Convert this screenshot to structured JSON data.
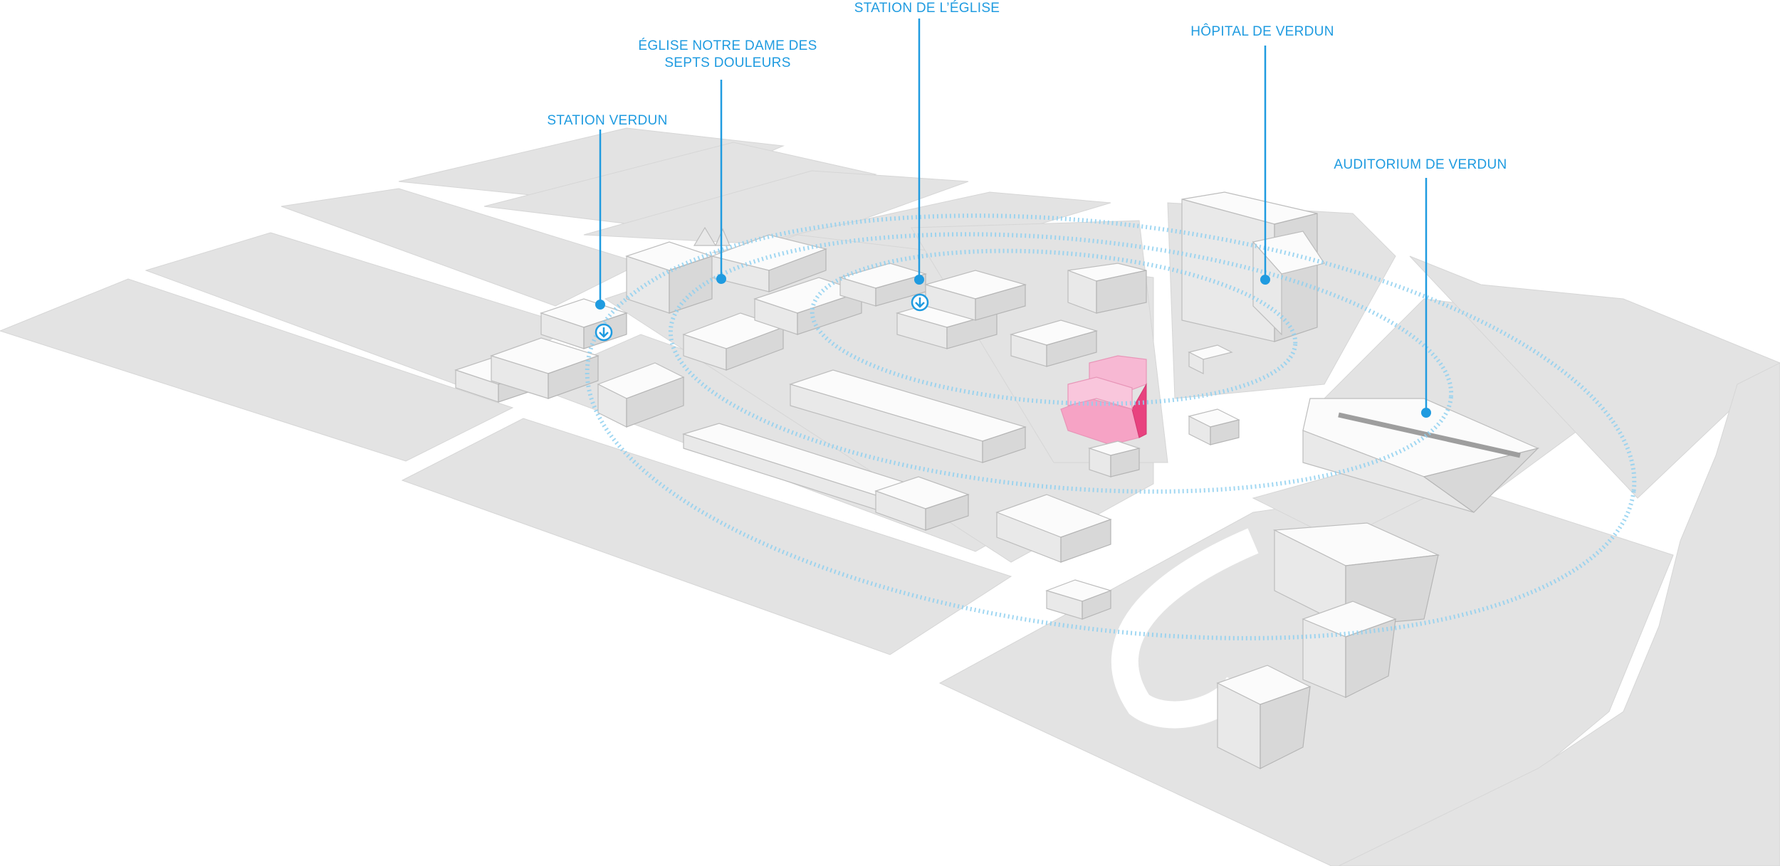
{
  "map": {
    "labels": {
      "station_verdun": "STATION VERDUN",
      "eglise_line1": "ÉGLISE NOTRE DAME DES",
      "eglise_line2": "SEPTS DOULEURS",
      "station_eglise": "STATION DE L’ÉGLISE",
      "hopital": "HÔPITAL DE VERDUN",
      "auditorium": "AUDITORIUM DE VERDUN"
    },
    "icons": [
      "metro-station-icon",
      "metro-station-icon"
    ],
    "colors": {
      "accent_blue": "#1f9be0",
      "ring_blue": "#8fd0f0",
      "project_pink": "#f27ab0",
      "project_pink_dark": "#e8427f",
      "ground_gray": "#e3e3e3",
      "building_white": "#fbfbfb"
    },
    "walking_radius_rings": 3
  }
}
